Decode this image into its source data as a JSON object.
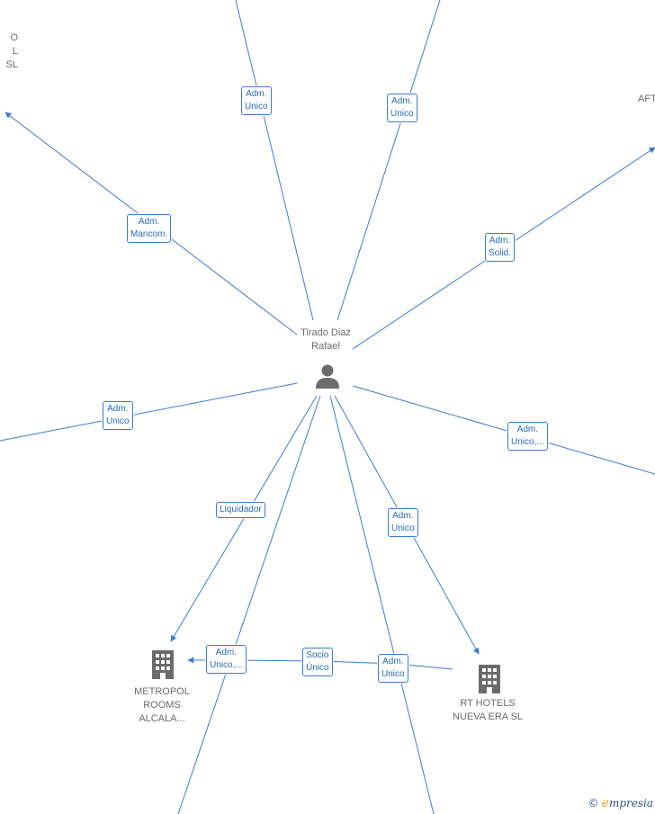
{
  "center_person": {
    "name": "Tirado Diaz\nRafael",
    "icon": "person-icon"
  },
  "companies": {
    "metropol": {
      "name": "METROPOL\nROOMS\nALCALA...",
      "icon": "building-icon"
    },
    "rt_hotels": {
      "name": "RT HOTELS\nNUEVA ERA SL",
      "icon": "building-icon"
    },
    "top_left_partial": {
      "name": "O\nL\nSL"
    },
    "top_right_partial": {
      "name": "AFT"
    }
  },
  "edges": {
    "top_a": "Adm.\nUnico",
    "top_b": "Adm.\nUnico",
    "mancom": "Adm.\nMancom.",
    "solid": "Adm.\nSolid.",
    "left": "Adm.\nUnico",
    "right": "Adm.\nUnico,...",
    "liquidador": "Liquidador",
    "rt": "Adm.\nUnico",
    "metropol_from_bottom": "Adm.\nUnico,...",
    "socio": "Socio\nÚnico",
    "bottom_right": "Adm.\nUnico"
  },
  "colors": {
    "edge": "#3a7bd5",
    "node_icon": "#6b6b6b",
    "label_text": "#2a6ab8"
  },
  "branding": {
    "copyright": "©",
    "logo": "mpresia",
    "logo_initial": "e"
  }
}
